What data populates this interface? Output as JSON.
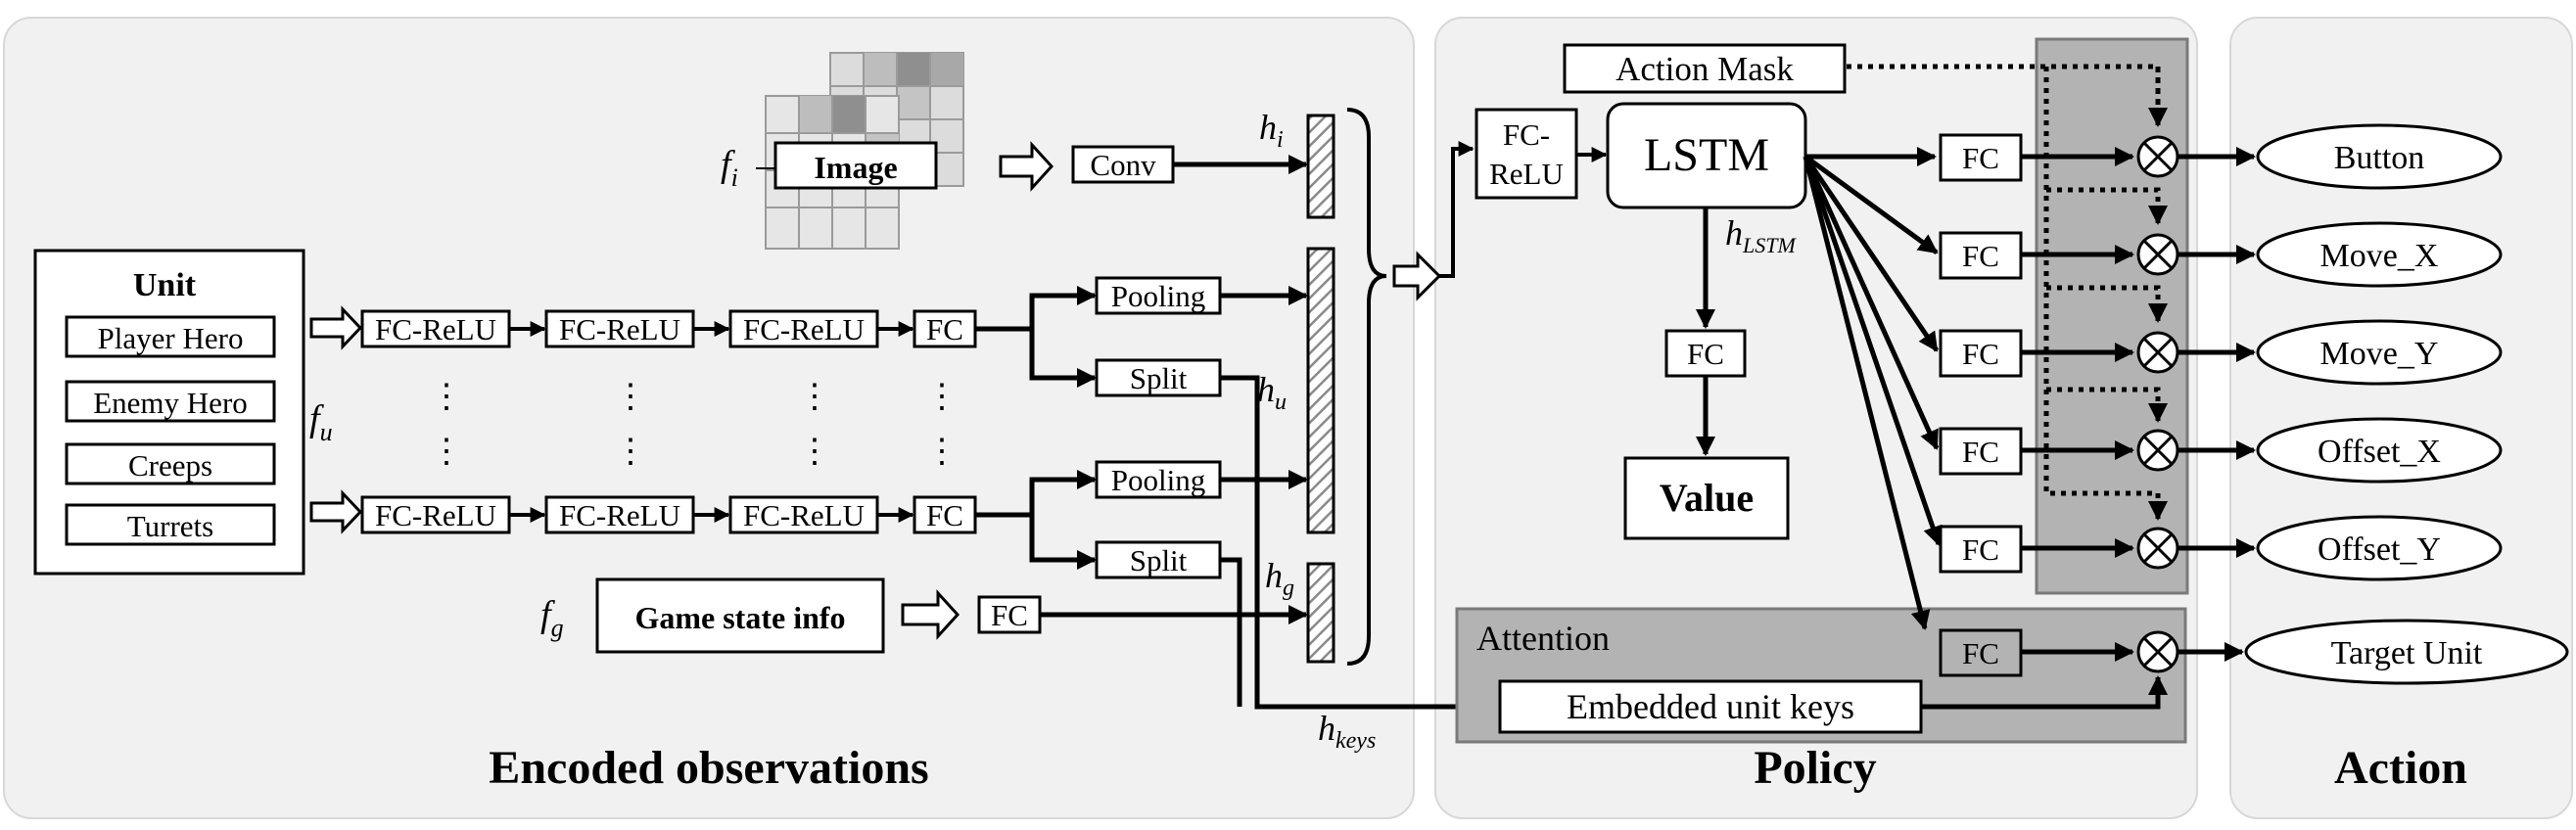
{
  "sections": {
    "encoded": "Encoded observations",
    "policy": "Policy",
    "action": "Action"
  },
  "unit": {
    "title": "Unit",
    "items": [
      "Player Hero",
      "Enemy Hero",
      "Creeps",
      "Turrets"
    ],
    "feature_label": "f",
    "feature_sub": "u"
  },
  "image": {
    "label": "Image",
    "feature_label": "f",
    "feature_sub": "i"
  },
  "game_state": {
    "label": "Game state info",
    "feature_label": "f",
    "feature_sub": "g"
  },
  "layers": {
    "fc_relu": "FC-ReLU",
    "fc": "FC",
    "conv": "Conv",
    "pooling": "Pooling",
    "split": "Split",
    "vdots": "⋮"
  },
  "vectors": {
    "h": "h",
    "hi_sub": "i",
    "hu_sub": "u",
    "hg_sub": "g",
    "hkeys_sub": "keys",
    "hlstm_sub": "LSTM"
  },
  "policy": {
    "fc_relu_line1": "FC-",
    "fc_relu_line2": "ReLU",
    "lstm": "LSTM",
    "fc": "FC",
    "value": "Value",
    "action_mask": "Action Mask",
    "attention": "Attention",
    "embedded_keys": "Embedded  unit keys",
    "multiply": "⊗"
  },
  "actions": [
    "Button",
    "Move_X",
    "Move_Y",
    "Offset_X",
    "Offset_Y",
    "Target Unit"
  ],
  "colors": {
    "panel": "#f1f1f1",
    "mask_panel": "#b3b3b3",
    "attention_panel": "#b3b3b3",
    "hatch": "#8a8a8a"
  }
}
